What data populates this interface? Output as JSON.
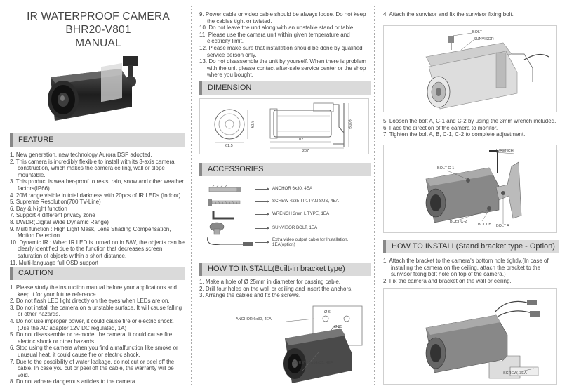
{
  "header": {
    "title_line1": "IR WATERPROOF CAMERA",
    "title_line2": "BHR20-V801",
    "title_line3": "MANUAL"
  },
  "feature": {
    "heading": "FEATURE",
    "items": [
      "1. New generation, new technology Aurora DSP adopted.",
      "2. This camera is incredibly flexible to install with its 3-axis camera construction, which makes the camera ceiling, wall or slope mountable.",
      "3. This product is weather-proof to resist rain, snow and other weather factors(IP66).",
      "4. 20M range visible in total darkness with 20pcs of IR LEDs.(Indoor)",
      "5. Supreme Resolution(700 TV-Line)",
      "6. Day & Night function",
      "7. Support 4 different privacy zone",
      "8. DWDR(Digital Wide Dynamic Range)",
      "9. Multi function : High Light Mask, Lens Shading Compensation, Motion Detection",
      "10. Dynamic IR : When IR LED is turned on in B/W, the objects can be clearly identified due to the function that decreases screen saturation of objects within a short distance.",
      "11. Multi-language full OSD support"
    ]
  },
  "caution": {
    "heading": "CAUTION",
    "items": [
      "1. Please study the instruction manual before your applications and keep it for your future reference.",
      "2. Do not flash LED light directly on the eyes when LEDs are on.",
      "3. Do not install the camera on a unstable surface. It will cause falling or other hazards.",
      "4. Do not use improper power, it could cause fire or electric shock. (Use the AC adaptor 12V DC regulated, 1A)",
      "5. Do not disassemble or re-model the camera, it could cause fire, electric shock or other hazards.",
      "6. Stop using the camera when you find a malfunction like smoke or unusual heat, it could cause fire or electric shock.",
      "7. Due to the possibility of water leakage, do not cut or peel off the cable. In case you cut or peel off the cable, the warranty will be void.",
      "8. Do not adhere dangerous articles to the camera."
    ],
    "items_cont": [
      "9. Power cable or video cable should be always loose. Do not keep the cables tight or twisted.",
      "10. Do not leave the unit along with an unstable stand or table.",
      "11. Please use the camera unit within given temperature and electricity limit.",
      "12. Please make sure that installation should be done by qualified service person only.",
      "13. Do not disassemble the unit by yourself. When there is problem with the unit please contact after-sale service center or the shop where you bought."
    ]
  },
  "dimension": {
    "heading": "DIMENSION",
    "labels": [
      "61.5",
      "61.5",
      "102",
      "207",
      "Ø103"
    ]
  },
  "accessories": {
    "heading": "ACCESSORIES",
    "items": [
      "ANCHOR 6x30, 4EA",
      "SCREW 4x35 TP1 PAN SUS, 4EA",
      "WRENCH 3mm L TYPE, 1EA",
      "SUNVISOR BOLT, 1EA",
      "Extra video output cable for Installation, 1EA(option)"
    ]
  },
  "install_builtin": {
    "heading": "HOW TO INSTALL(Built-in bracket type)",
    "steps": [
      "1. Make a hole of Ø 25mm in diameter for passing cable.",
      "2. Drill four holes on the wall or ceiling and insert the anchors.",
      "3. Arrange the cables and fix the screws."
    ],
    "fig_labels": [
      "ANCHOR 6x30, 4EA",
      "SCREW Tp14x35, 4EA",
      "Ø 6",
      "Ø 25"
    ]
  },
  "right_col": {
    "step4": "4. Attach the sunvisor and fix the sunvisor fixing bolt.",
    "fig1_labels": [
      "BOLT",
      "SUNVISOR"
    ],
    "steps_5_7": [
      "5. Loosen the bolt A, C-1 and C-2 by using the 3mm wrench included.",
      "6. Face the direction of the camera to monitor.",
      "7. Tighten the bolt A, B, C-1, C-2 to complete adjustment."
    ],
    "fig2_labels": [
      "WRENCH",
      "BOLT C-1",
      "BOLT C-2",
      "BOLT B",
      "BOLT A"
    ]
  },
  "install_stand": {
    "heading": "HOW TO INSTALL(Stand bracket type - Option)",
    "steps": [
      "1. Attach the bracket to the camera's bottom hole tightly.(In case of installing the camera on the ceiling, attach the bracket to the sunvisor fixing bolt hole on top of the camera.)",
      "2. Fix the camera and bracket on the wall or ceiling."
    ],
    "fig_label": "SCREW, 3EA"
  }
}
